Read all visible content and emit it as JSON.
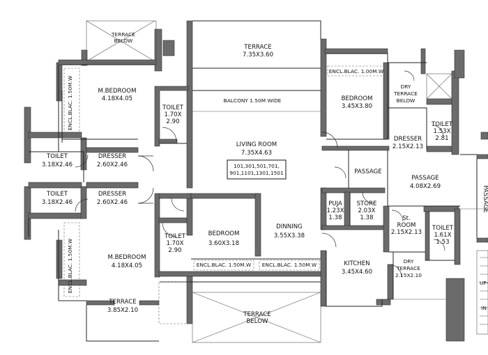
{
  "rooms": {
    "terrace_below_top_left": "TERRACE\nBELOW",
    "terrace_top": "TERRACE\n7.35X3.60",
    "encl_top_right": "ENCL.BLAC. 1.00M.W",
    "master_bedroom_top": "M.BEDROOM\n4.18X4.05",
    "encl_left_top": "ENCL.BLAC. 1.50M.W",
    "toilet_center_top": "TOILET\n1.70X\n2.90",
    "balcony": "BALCONY 1.50M WIDE",
    "bedroom_top_right": "BEDROOM\n3.45X3.80",
    "dry_terrace_below": "DRY\nTERRACE\nBELOW",
    "toilet_right_top": "TOILET\n1.53X\n2.81",
    "dresser_right": "DRESSER\n2.15X2.13",
    "living_room": "LIVING ROOM\n7.35X4.63",
    "flat_numbers": "101,301,501,701,\n901,1101,1301,1501",
    "toilet_left_1": "TOILET\n3.18X2.46",
    "dresser_left_1": "DRESSER\n2.60X2.46",
    "passage_small": "PASSAGE",
    "passage_large": "PASSAGE\n4.08X2.69",
    "passage_vertical": "PASSAGE",
    "toilet_left_2": "TOILET\n3.18X2.46",
    "dresser_left_2": "DRESSER\n2.60X2.46",
    "puja": "PUJA\n1.23X\n1.38",
    "store": "STORE\n2.03X\n1.38",
    "st_room": "St.\nROOM\n2.15X2.13",
    "toilet_right_bottom": "TOILET\n1.61X\n1.53",
    "toilet_center_bottom": "TOILET\n1.70X\n2.90",
    "bedroom_center": "BEDROOM\n3.60X3.18",
    "dinning": "DINNING\n3.55X3.38",
    "encl_left_bottom": "ENCL.BLAC. 1.50M.W",
    "master_bedroom_bottom": "M.BEDROOM\n4.18X4.05",
    "encl_center_1": "ENCL.BLAC. 1.50M.W",
    "encl_center_2": "ENCL.BLAC. 1.50M.W",
    "kitchen": "KITCHEN\n3.45X4.60",
    "dry_terrace": "DRY\nTERRACE\n2.15X2.10",
    "terrace_bottom_left": "TERRACE\n3.85X2.10",
    "terrace_below_bottom": "TERRACE\nBELOW",
    "edge_up": "UP-",
    "edge_in": "IN"
  }
}
